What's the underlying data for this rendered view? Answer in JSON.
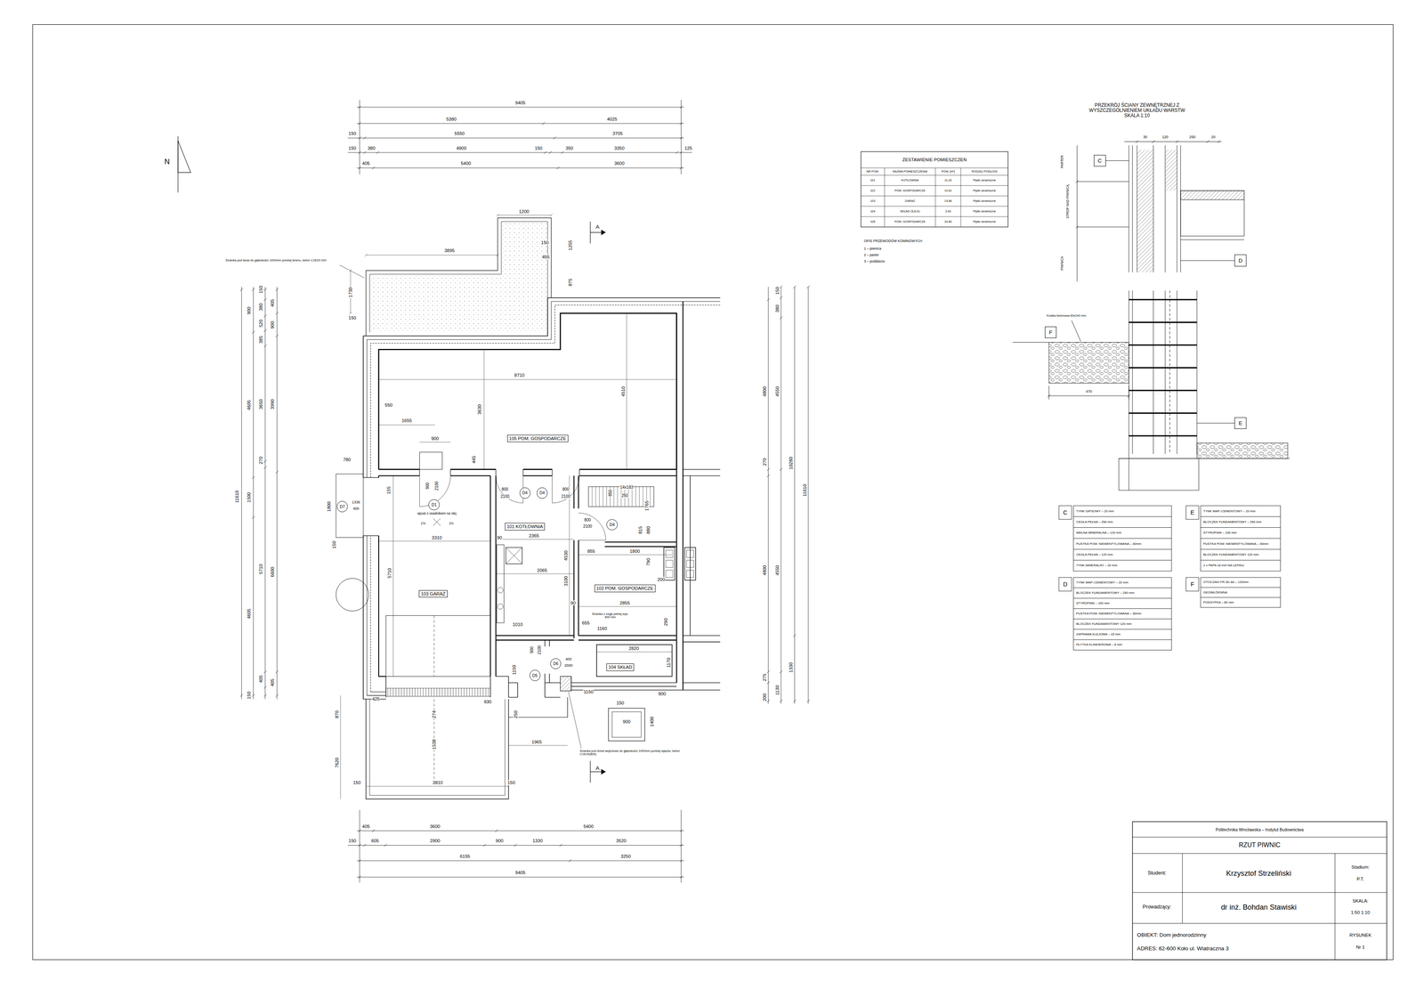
{
  "diagram": {
    "nodes": [
      {
        "text": [
          "105 POM. GOSPODARCZE"
        ]
      },
      {
        "text": [
          "101 KOTŁOWNIA"
        ]
      },
      {
        "text": [
          "102 POM. GOSPODARCZE"
        ]
      },
      {
        "text": [
          "103 GARAŻ"
        ]
      },
      {
        "text": [
          "104 SKŁAD"
        ]
      },
      {
        "text": [
          "D1"
        ]
      },
      {
        "text": [
          "D4"
        ]
      },
      {
        "text": [
          "D4"
        ]
      },
      {
        "text": [
          "D4"
        ]
      },
      {
        "text": [
          "D6"
        ]
      },
      {
        "text": [
          "D5"
        ]
      },
      {
        "text": [
          "D7"
        ]
      },
      {
        "text": [
          "C"
        ]
      },
      {
        "text": [
          "D"
        ]
      },
      {
        "text": [
          "F"
        ]
      },
      {
        "text": [
          "E"
        ]
      },
      {
        "text": [
          "ZESTAWIENIE POMIESZCZEŃ"
        ]
      },
      {
        "text": [
          "C",
          "TYNK GIPSOWY – 20 mm",
          "CEGŁA PEŁNA – 250 mm",
          "WEŁNA MINERALNA – 120 mm",
          "PUSTKA POW. NIEWENTYLOWANA – 30mm",
          "CEGŁA PEŁNA – 120 mm",
          "TYNK MINERALNY – 20 mm"
        ]
      },
      {
        "text": [
          "E",
          "TYNK WAP.-CEMENTOWY – 20 mm",
          "BLOCZEK FUNDAMENTOWY – 250 mm",
          "STYROPIAN – 100 mm",
          "PUSTKA POW. NIEWENTYLOWANA – 30mm",
          "BLOCZEK FUNDAMENTOWY 120 mm",
          "2 x PAPA 18 mm NA LEPIKU"
        ]
      },
      {
        "text": [
          "D",
          "TYNK WAP.-CEMENTOWY – 20 mm",
          "BLOCZEK FUNDAMENTOWY – 250 mm",
          "STYROPIAN – 100 mm",
          "PUSTKA POW. NIEWENTYLOWANA – 30mm",
          "BLOCZEK FUNDAMENTOWY 120 mm",
          "ZAPRAWA KLEJOWA – 15 mm",
          "PŁYTKA KLINKIEROWA – 8 mm"
        ]
      },
      {
        "text": [
          "F",
          "OTOCZAKI FR.30–60 – 120mm",
          "GEOWŁÓKNINA",
          "PODSYPKA – 80 mm"
        ]
      },
      {
        "text": [
          "Politechnika Wrocławska – Instytut Budownictwa",
          "RZUT PIWNIC",
          "Student:",
          "Krzysztof Strzeliński",
          "Stadium:",
          "P.T.",
          "Prowadzący:",
          "dr inż. Bohdan Stawiski",
          "SKALA:",
          "1:50 1:10",
          "OBIEKT: Dom jednorodzinny",
          "ADRES: 62-600 Koło ul. Wiatraczna 3",
          "RYSUNEK",
          "Nr 1"
        ]
      }
    ],
    "labels": [
      "9405",
      "5380",
      "4025",
      "150",
      "5550",
      "3705",
      "150",
      "380",
      "4900",
      "150",
      "350",
      "3350",
      "125",
      "405",
      "5400",
      "3600",
      "405",
      "3600",
      "5400",
      "150",
      "605",
      "2900",
      "900",
      "1330",
      "3520",
      "6155",
      "3250",
      "9405",
      "11610",
      "900",
      "4605",
      "1500",
      "4605",
      "150",
      "150",
      "380",
      "520",
      "385",
      "3650",
      "270",
      "5710",
      "405",
      "405",
      "900",
      "3990",
      "6600",
      "405",
      "4800",
      "270",
      "4800",
      "275",
      "200",
      "150",
      "380",
      "4550",
      "4550",
      "1130",
      "10280",
      "1330",
      "11610",
      "3895",
      "1200",
      "150",
      "455",
      "1255",
      "875",
      "1730",
      "150",
      "8710",
      "3630",
      "4510",
      "550",
      "1655",
      "900",
      "445",
      "900",
      "2100",
      "800",
      "2100",
      "800",
      "2100",
      "850",
      "14x183",
      "250",
      "1765",
      "155",
      "wpust z osadnikiem na olej",
      "1%",
      "1%",
      "3310",
      "90",
      "2365",
      "800",
      "2100",
      "815",
      "880",
      "855",
      "1800",
      "4530",
      "2065",
      "3100",
      "790",
      "200",
      "5710",
      "90",
      "2855",
      "Ścianka z cegły pełnej wys. 800 mm",
      "655",
      "1160",
      "290",
      "1010",
      "2820",
      "900",
      "2100",
      "400",
      "2000",
      "1170",
      "1150",
      "780",
      "1336",
      "400",
      "1800",
      "150",
      "Ścianka pod taras do głębokości 1000mm poniżej terenu, beton C15/20 020",
      "870",
      "425",
      "930",
      "274",
      "250",
      "1538",
      "1965",
      "7620",
      "150",
      "3810",
      "150",
      "1150",
      "150",
      "900",
      "1400",
      "900",
      "Ścianka pod drzwi wejściowe do głębokości 1000mm poniżej wjazdu, beton C15/20(800)",
      "A",
      "A",
      "N",
      "NR POM.",
      "NAZWA POMIESZCZENIA",
      "POW. [m²]",
      "RODZAJ PODŁOGI",
      "101",
      "KOTŁOWNIA",
      "11.03",
      "Płytki ceramiczne",
      "102",
      "POM. GOSPODARCZE",
      "10.61",
      "Płytki ceramiczne",
      "103",
      "GARAŻ",
      "19.86",
      "Płytki ceramiczne",
      "104",
      "SKŁAD OLEJU",
      "3.00",
      "Płytki ceramiczne",
      "105",
      "POM. GOSPODARCZE",
      "34.60",
      "Płytki ceramiczne",
      "OPIS PRZEWODÓW KOMINOWYCH",
      "1 – piwnica",
      "2 – parter",
      "3 – poddasze",
      "PRZEKRÓJ ŚCIANY ZEWNĘTRZNEJ Z WYSZCZEGÓLNIENIEM UKŁADU WARSTW SKALA 1:10",
      "30",
      "120",
      "250",
      "20",
      "PARTER",
      "STROP NAD PIWNICĄ",
      "PIWNICA",
      "Kostka betonowa 60x240 mm",
      "470"
    ]
  }
}
